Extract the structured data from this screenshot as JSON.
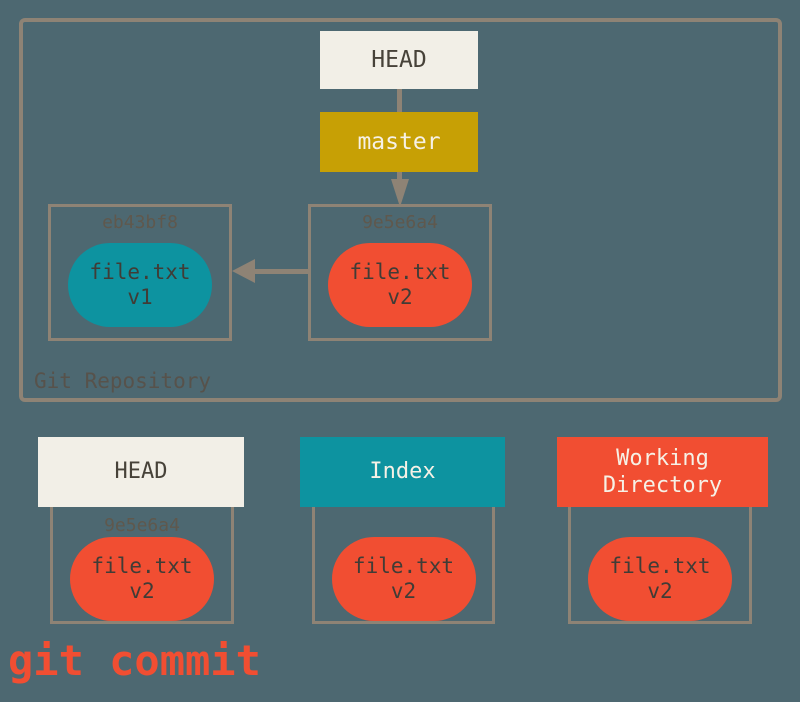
{
  "colors": {
    "bg": "#4d6871",
    "tan": "#8e8375",
    "cream": "#f2efe7",
    "gold": "#c7a005",
    "teal": "#0d93a0",
    "red": "#f14e32",
    "dark": "#474239",
    "light": "#f6f1e6",
    "sha": "#5f584d",
    "blobtext": "#403c36",
    "labeltext": "#57524b"
  },
  "repo": {
    "label": "Git Repository",
    "head_ref": "HEAD",
    "branch_ref": "master",
    "commits": [
      {
        "sha": "eb43bf8",
        "file": "file.txt",
        "version": "v1"
      },
      {
        "sha": "9e5e6a4",
        "file": "file.txt",
        "version": "v2"
      }
    ]
  },
  "areas": [
    {
      "title": "HEAD",
      "sha": "9e5e6a4",
      "file": "file.txt",
      "version": "v2"
    },
    {
      "title": "Index",
      "file": "file.txt",
      "version": "v2"
    },
    {
      "title": "Working Directory",
      "file": "file.txt",
      "version": "v2"
    }
  ],
  "caption": "git commit"
}
